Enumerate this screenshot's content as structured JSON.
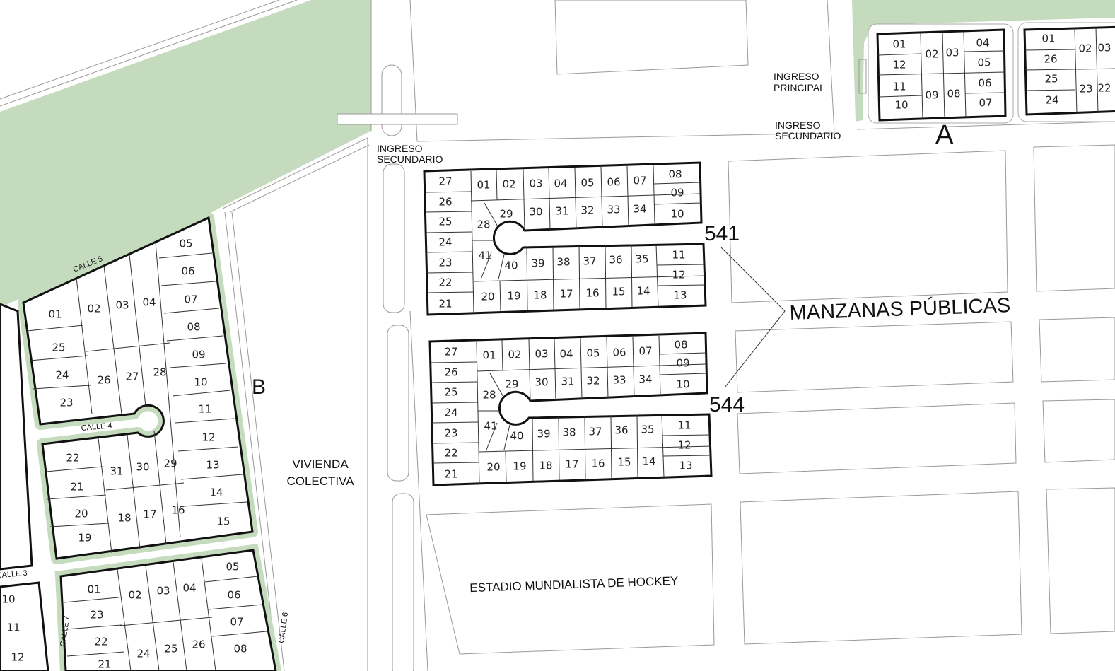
{
  "colors": {
    "green": "#c4dbbd",
    "line": "#111111",
    "road": "#9a9a9a"
  },
  "labels": {
    "ingreso_secundario_left": [
      "INGRESO",
      "SECUNDARIO"
    ],
    "ingreso_principal": [
      "INGRESO",
      "PRINCIPAL"
    ],
    "ingreso_secundario_right": [
      "INGRESO",
      "SECUNDARIO"
    ],
    "sector_a": "A",
    "sector_b": "B",
    "vivienda": [
      "VIVIENDA",
      "COLECTIVA"
    ],
    "estadio": "ESTADIO MUNDIALISTA DE HOCKEY",
    "manzanas_publicas": "MANZANAS PÚBLICAS",
    "block_541": "541",
    "block_544": "544",
    "streets": {
      "calle3": "CALLE 3",
      "calle4": "CALLE 4",
      "calle5": "CALLE 5",
      "calle6": "CALLE 6",
      "calle7": "CALLE 7"
    }
  },
  "blocks": {
    "public": [
      "27",
      "26",
      "25",
      "24",
      "23",
      "22",
      "21",
      "01",
      "02",
      "03",
      "04",
      "05",
      "06",
      "07",
      "08",
      "09",
      "10",
      "29",
      "30",
      "31",
      "32",
      "33",
      "34",
      "28",
      "41",
      "40",
      "39",
      "38",
      "37",
      "36",
      "35",
      "11",
      "12",
      "13",
      "20",
      "19",
      "18",
      "17",
      "16",
      "15",
      "14"
    ],
    "a": [
      "01",
      "12",
      "11",
      "10",
      "02",
      "03",
      "09",
      "08",
      "04",
      "05",
      "06",
      "07"
    ],
    "a2": [
      "01",
      "26",
      "25",
      "24",
      "02",
      "03",
      "23",
      "22"
    ],
    "b_upper": [
      "05",
      "06",
      "07",
      "08",
      "09",
      "10",
      "11",
      "12",
      "13",
      "14",
      "15",
      "01",
      "02",
      "03",
      "04",
      "25",
      "24",
      "23",
      "26",
      "27",
      "28",
      "22",
      "21",
      "20",
      "19",
      "31",
      "30",
      "29",
      "18",
      "17",
      "16"
    ],
    "b_lower": [
      "05",
      "06",
      "07",
      "08",
      "01",
      "02",
      "03",
      "04",
      "23",
      "22",
      "24",
      "25",
      "26",
      "21"
    ],
    "left_partial": [
      "10",
      "11",
      "12"
    ]
  }
}
